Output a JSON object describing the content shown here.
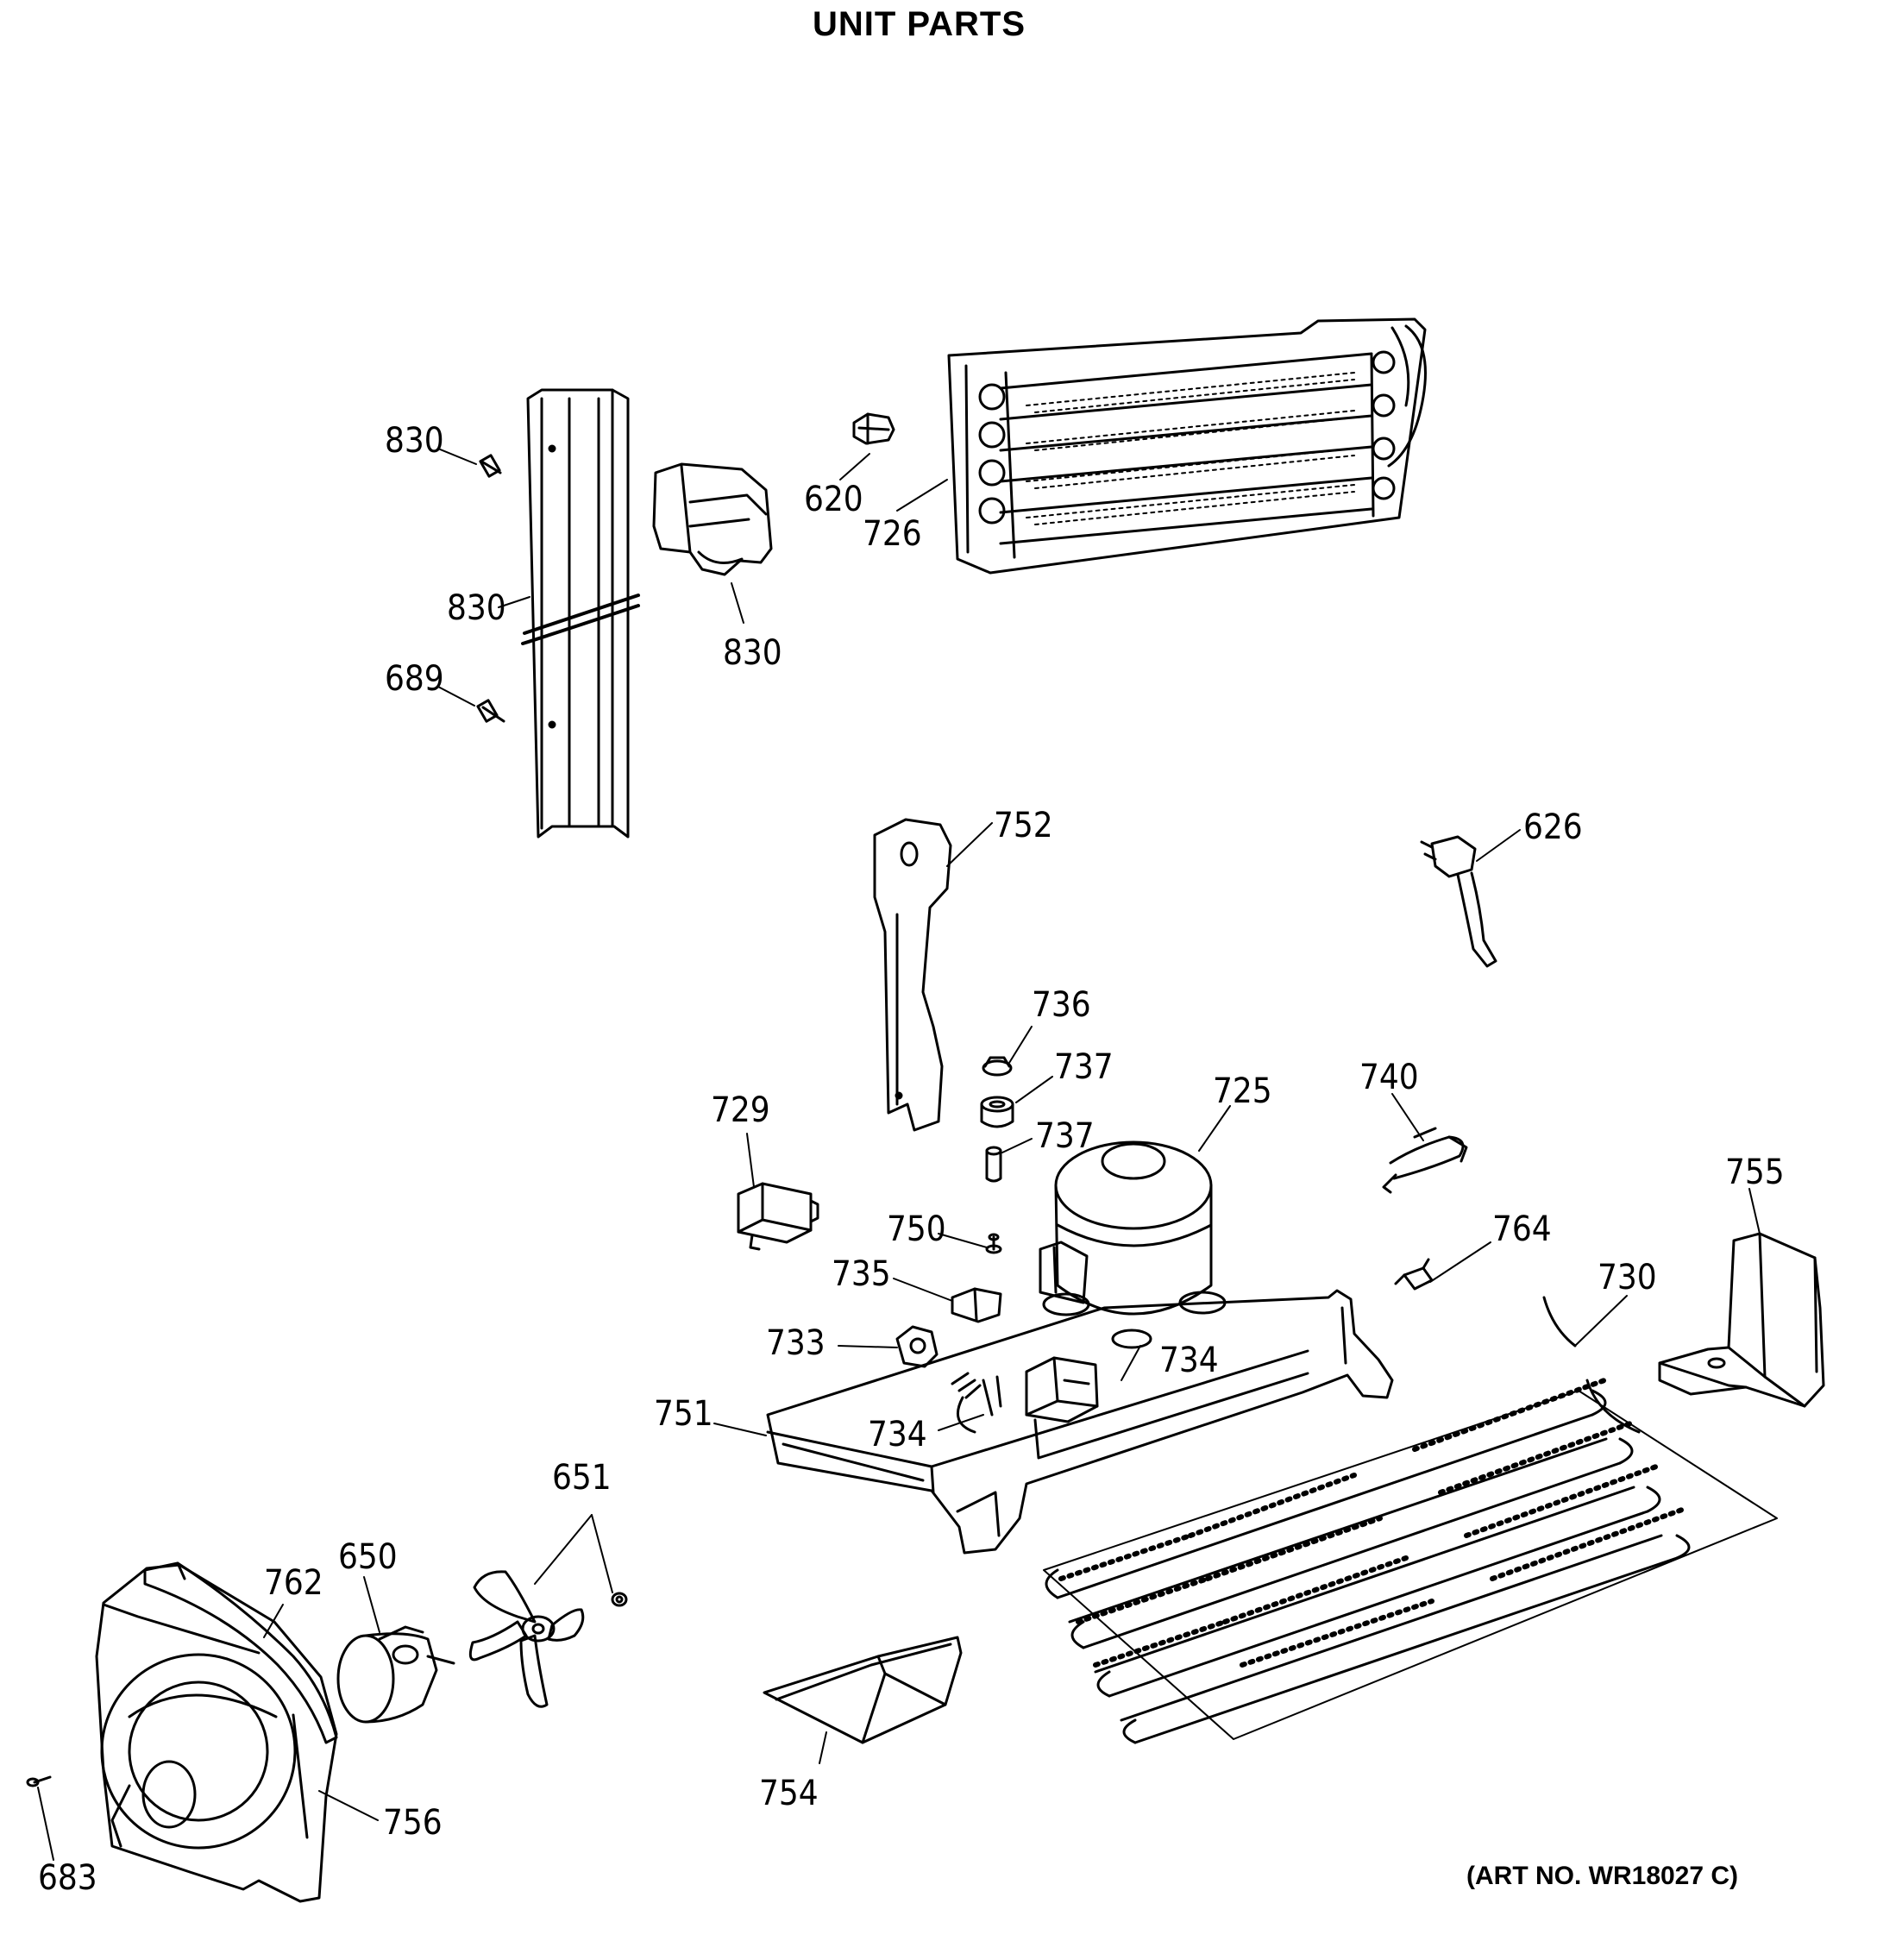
{
  "header": {
    "model_fragment": "",
    "title": "UNIT PARTS"
  },
  "footer": {
    "art_number": "(ART NO. WR18027 C)"
  },
  "callouts": [
    {
      "id": "c830a",
      "label": "830"
    },
    {
      "id": "c830b",
      "label": "830"
    },
    {
      "id": "c830c",
      "label": "830"
    },
    {
      "id": "c689",
      "label": "689"
    },
    {
      "id": "c620",
      "label": "620"
    },
    {
      "id": "c726",
      "label": "726"
    },
    {
      "id": "c752",
      "label": "752"
    },
    {
      "id": "c626",
      "label": "626"
    },
    {
      "id": "c736",
      "label": "736"
    },
    {
      "id": "c737a",
      "label": "737"
    },
    {
      "id": "c737b",
      "label": "737"
    },
    {
      "id": "c729",
      "label": "729"
    },
    {
      "id": "c725",
      "label": "725"
    },
    {
      "id": "c740",
      "label": "740"
    },
    {
      "id": "c755",
      "label": "755"
    },
    {
      "id": "c750",
      "label": "750"
    },
    {
      "id": "c764",
      "label": "764"
    },
    {
      "id": "c735",
      "label": "735"
    },
    {
      "id": "c730",
      "label": "730"
    },
    {
      "id": "c733",
      "label": "733"
    },
    {
      "id": "c734a",
      "label": "734"
    },
    {
      "id": "c751",
      "label": "751"
    },
    {
      "id": "c734b",
      "label": "734"
    },
    {
      "id": "c651",
      "label": "651"
    },
    {
      "id": "c762",
      "label": "762"
    },
    {
      "id": "c650",
      "label": "650"
    },
    {
      "id": "c754",
      "label": "754"
    },
    {
      "id": "c756",
      "label": "756"
    },
    {
      "id": "c683",
      "label": "683"
    }
  ]
}
